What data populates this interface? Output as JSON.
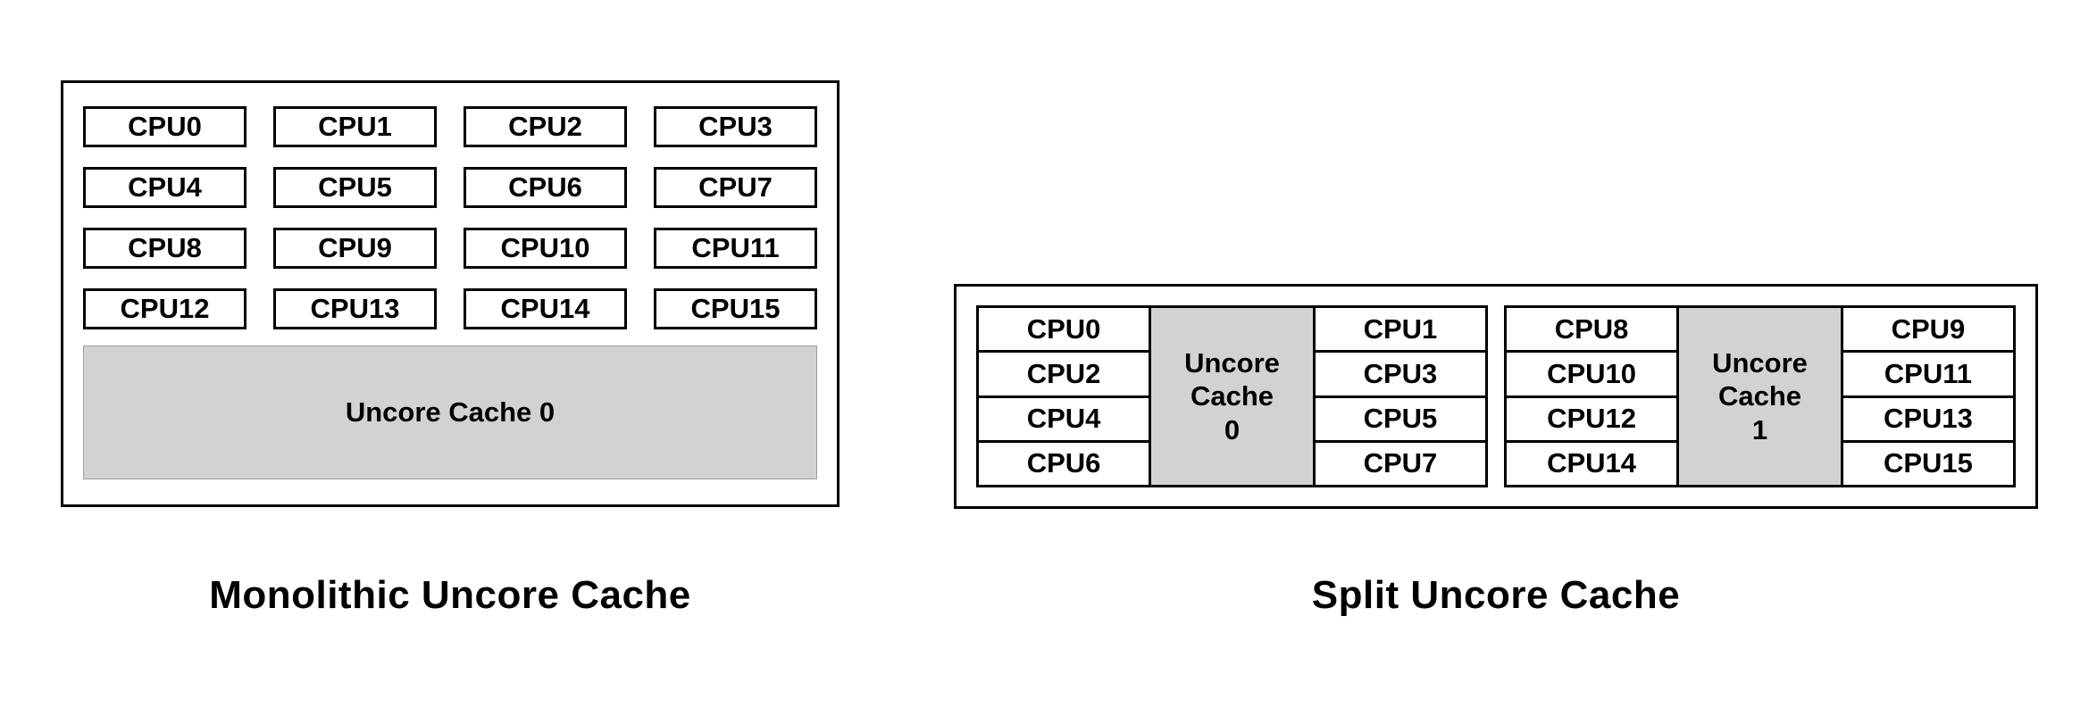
{
  "monolithic": {
    "caption": "Monolithic Uncore Cache",
    "cpus": [
      "CPU0",
      "CPU1",
      "CPU2",
      "CPU3",
      "CPU4",
      "CPU5",
      "CPU6",
      "CPU7",
      "CPU8",
      "CPU9",
      "CPU10",
      "CPU11",
      "CPU12",
      "CPU13",
      "CPU14",
      "CPU15"
    ],
    "cache_label": "Uncore Cache 0"
  },
  "split": {
    "caption": "Split Uncore Cache",
    "clusters": [
      {
        "left_cpus": [
          "CPU0",
          "CPU2",
          "CPU4",
          "CPU6"
        ],
        "cache_lines": [
          "Uncore",
          "Cache",
          "0"
        ],
        "right_cpus": [
          "CPU1",
          "CPU3",
          "CPU5",
          "CPU7"
        ]
      },
      {
        "left_cpus": [
          "CPU8",
          "CPU10",
          "CPU12",
          "CPU14"
        ],
        "cache_lines": [
          "Uncore",
          "Cache",
          "1"
        ],
        "right_cpus": [
          "CPU9",
          "CPU11",
          "CPU13",
          "CPU15"
        ]
      }
    ]
  },
  "colors": {
    "cache_fill": "#d2d2d2",
    "border": "#000000"
  }
}
